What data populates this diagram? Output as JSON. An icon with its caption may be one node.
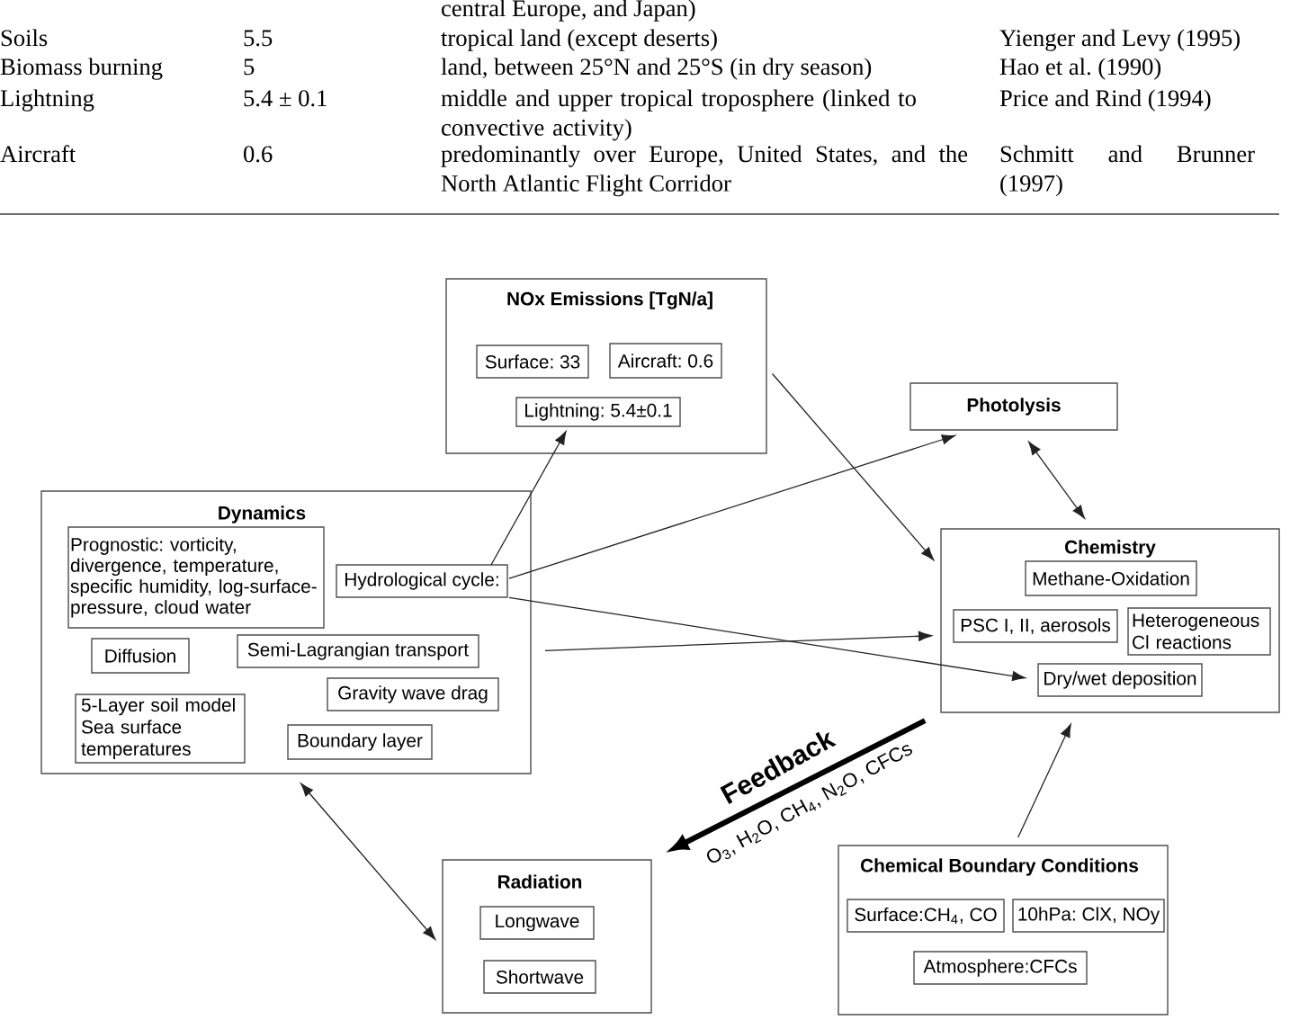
{
  "diagram": {
    "nodes": [
      {
        "text": [
          "NOx Emissions [TgN/a]"
        ]
      },
      {
        "text": [
          "Surface: 33"
        ],
        "in": 0
      },
      {
        "text": [
          "Aircraft: 0.6"
        ],
        "in": 0
      },
      {
        "text": [
          "Lightning: 5.4±0.1"
        ],
        "in": 0
      },
      {
        "text": [
          "Photolysis"
        ]
      },
      {
        "text": [
          "Dynamics"
        ]
      },
      {
        "text": [
          "Prognostic: vorticity, divergence, temperature, specific humidity, log-surface-pressure, cloud water"
        ],
        "in": 5
      },
      {
        "text": [
          "Hydrological cycle:"
        ],
        "in": 5
      },
      {
        "text": [
          "Diffusion"
        ],
        "in": 5
      },
      {
        "text": [
          "Semi-Lagrangian transport"
        ],
        "in": 5
      },
      {
        "text": [
          "Gravity wave drag"
        ],
        "in": 5
      },
      {
        "text": [
          "5-Layer soil model",
          "Sea surface temperatures"
        ],
        "in": 5
      },
      {
        "text": [
          "Boundary layer"
        ],
        "in": 5
      },
      {
        "text": [
          "Chemistry"
        ]
      },
      {
        "text": [
          "Methane-Oxidation"
        ],
        "in": 13
      },
      {
        "text": [
          "PSC I, II, aerosols"
        ],
        "in": 13
      },
      {
        "text": [
          "Heterogeneous Cl reactions"
        ],
        "in": 13
      },
      {
        "text": [
          "Dry/wet deposition"
        ],
        "in": 13
      },
      {
        "text": [
          "Radiation"
        ]
      },
      {
        "text": [
          "Longwave"
        ],
        "in": 18
      },
      {
        "text": [
          "Shortwave"
        ],
        "in": 18
      },
      {
        "text": [
          "Chemical Boundary Conditions"
        ]
      },
      {
        "text": [
          "Surface:CH$_{4}$, CO"
        ],
        "in": 21
      },
      {
        "text": [
          "10hPa: ClX, NOy"
        ],
        "in": 21
      },
      {
        "text": [
          "Atmosphere:CFCs"
        ],
        "in": 21
      }
    ],
    "edges": [
      {
        "from": 7,
        "to": 3,
        "arrow": "to"
      },
      {
        "from": 7,
        "to": 4,
        "arrow": "to"
      },
      {
        "from": 7,
        "to": 17,
        "arrow": "to"
      },
      {
        "from": 5,
        "to": 13,
        "arrow": "to"
      },
      {
        "from": 0,
        "to": 13,
        "arrow": "to"
      },
      {
        "from": 4,
        "to": 13,
        "arrow": "both"
      },
      {
        "from": 5,
        "to": 18,
        "arrow": "both"
      },
      {
        "from": 21,
        "to": 13,
        "arrow": "to"
      },
      {
        "from": 13,
        "to": 18,
        "arrow": "to",
        "style": "thick",
        "label": "Feedback"
      }
    ],
    "labels": [
      "central Europe, and Japan)",
      "Soils",
      "5.5",
      "tropical land (except deserts)",
      "Yienger and Levy (1995)",
      "Biomass burning",
      "5",
      "land, between 25°N and 25°S (in dry season)",
      "Hao et al. (1990)",
      "Lightning",
      "5.4 ± 0.1",
      "middle and upper tropical troposphere (linked to convective activity)",
      "Price and Rind (1994)",
      "Aircraft",
      "0.6",
      "predominantly over Europe, United States, and the North Atlantic Flight Corridor",
      "Schmitt and Brunner (1997)",
      "O$_{3}$, H$_{2}$O, CH$_{4}$, N$_{2}$O, CFCs"
    ]
  }
}
